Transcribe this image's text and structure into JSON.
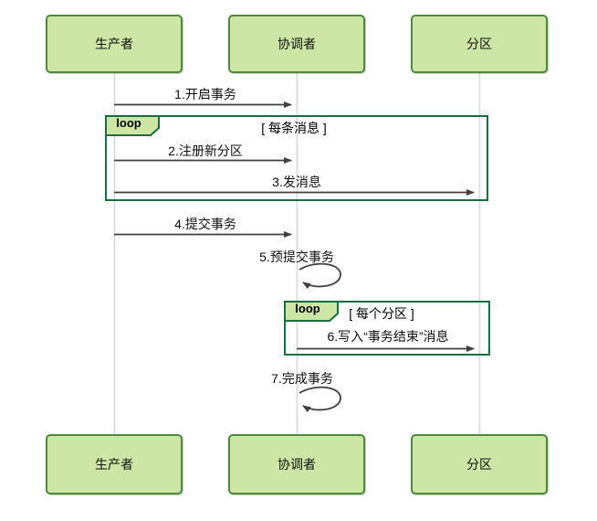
{
  "diagram": {
    "type": "uml-sequence",
    "participants": [
      {
        "id": "producer",
        "label": "生产者"
      },
      {
        "id": "coordinator",
        "label": "协调者"
      },
      {
        "id": "partition",
        "label": "分区"
      }
    ],
    "fragments": [
      {
        "operator": "loop",
        "guard": "[ 每条消息 ]"
      },
      {
        "operator": "loop",
        "guard": "[ 每个分区 ]"
      }
    ],
    "messages": [
      {
        "seq": 1,
        "label": "1.开启事务",
        "from": "producer",
        "to": "coordinator",
        "self": false
      },
      {
        "seq": 2,
        "label": "2.注册新分区",
        "from": "producer",
        "to": "coordinator",
        "self": false,
        "fragment": 0
      },
      {
        "seq": 3,
        "label": "3.发消息",
        "from": "producer",
        "to": "partition",
        "self": false,
        "fragment": 0
      },
      {
        "seq": 4,
        "label": "4.提交事务",
        "from": "producer",
        "to": "coordinator",
        "self": false
      },
      {
        "seq": 5,
        "label": "5.预提交事务",
        "from": "coordinator",
        "to": "coordinator",
        "self": true
      },
      {
        "seq": 6,
        "label": "6.写入“事务结束”消息",
        "from": "coordinator",
        "to": "partition",
        "self": false,
        "fragment": 1
      },
      {
        "seq": 7,
        "label": "7.完成事务",
        "from": "coordinator",
        "to": "coordinator",
        "self": true
      }
    ],
    "colors": {
      "participant_fill": "#cde6a5",
      "participant_border": "#4d8a3d",
      "fragment_border": "#1b6e42",
      "arrow": "#404040",
      "lifeline": "#d8d8d8",
      "text": "#111111"
    }
  }
}
